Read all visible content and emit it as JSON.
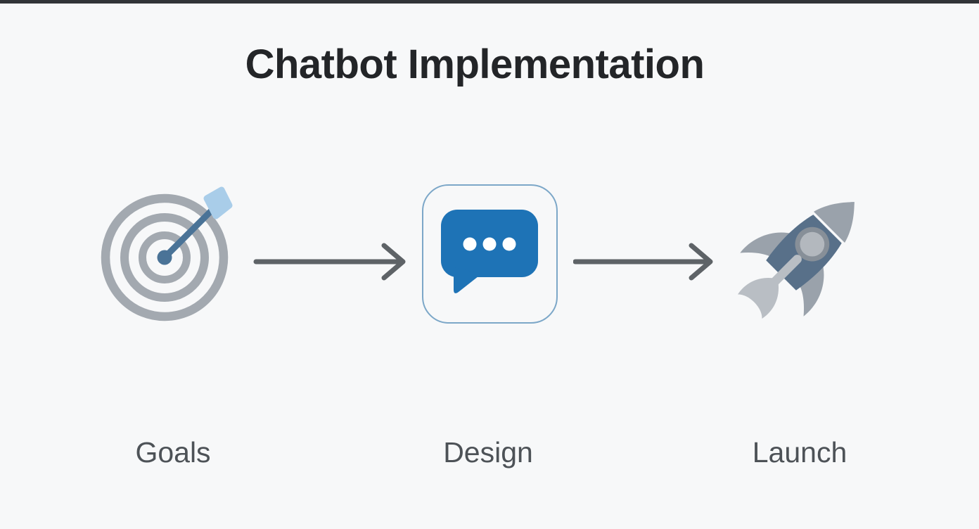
{
  "page": {
    "title": "Chatbot Implementation"
  },
  "stages": [
    {
      "label": "Goals",
      "icon": "target-icon"
    },
    {
      "label": "Design",
      "icon": "chat-bubble-icon"
    },
    {
      "label": "Launch",
      "icon": "rocket-icon"
    }
  ],
  "connectors": [
    {
      "type": "arrow-right"
    },
    {
      "type": "arrow-right"
    }
  ],
  "colors": {
    "background": "#f7f8f9",
    "top_bar": "#313438",
    "title_text": "#232528",
    "label_text": "#4d5257",
    "arrow": "#5e6367",
    "target_ring": "#a3a9b0",
    "dart": "#4a7397",
    "dart_fletching": "#a9cde9",
    "chat_blue": "#1e73b6",
    "chat_border": "#7ca7c8",
    "rocket_body": "#587089",
    "rocket_gray": "#9aa2ab",
    "rocket_flame": "#b9bec4",
    "rocket_window_ring": "#878f98",
    "rocket_window_glass": "#b3b8be"
  }
}
